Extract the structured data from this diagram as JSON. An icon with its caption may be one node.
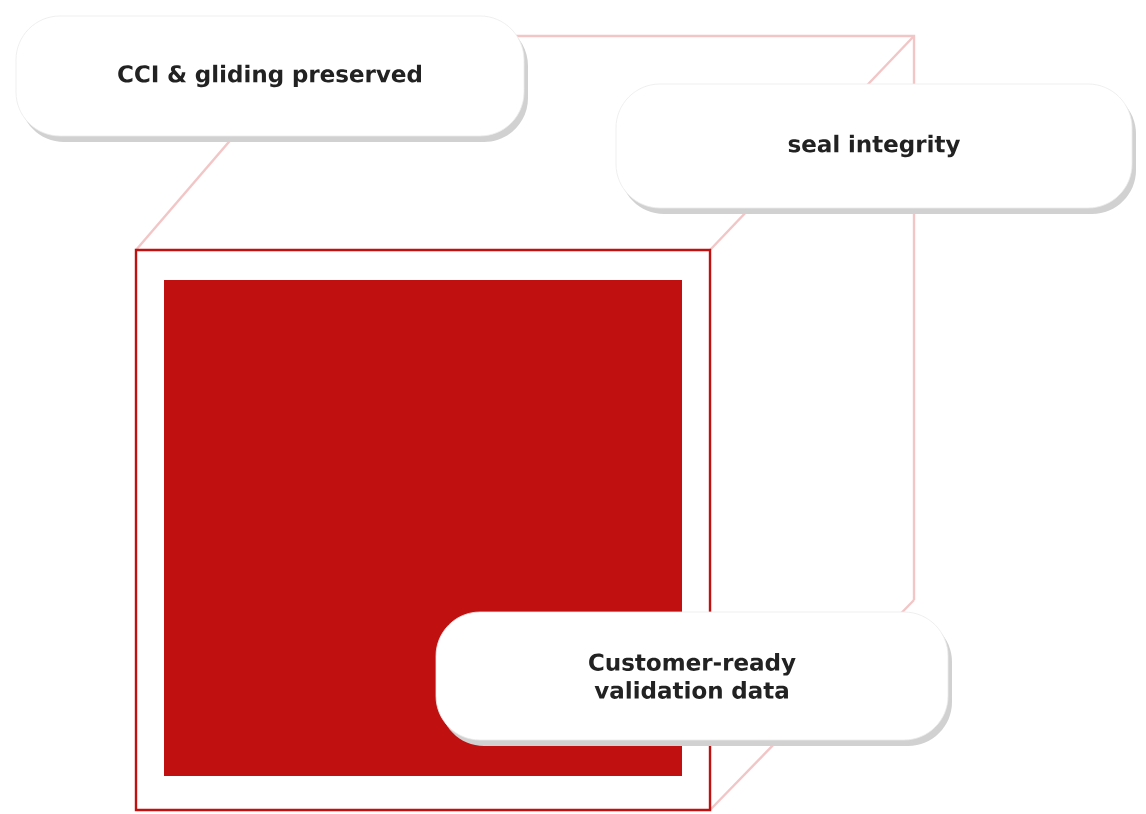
{
  "diagram": {
    "nodes": [
      {
        "text": [
          "CCI & gliding preserved"
        ]
      },
      {
        "text": [
          "seal integrity"
        ]
      },
      {
        "text": [
          "Customer-ready validation data"
        ]
      }
    ]
  }
}
